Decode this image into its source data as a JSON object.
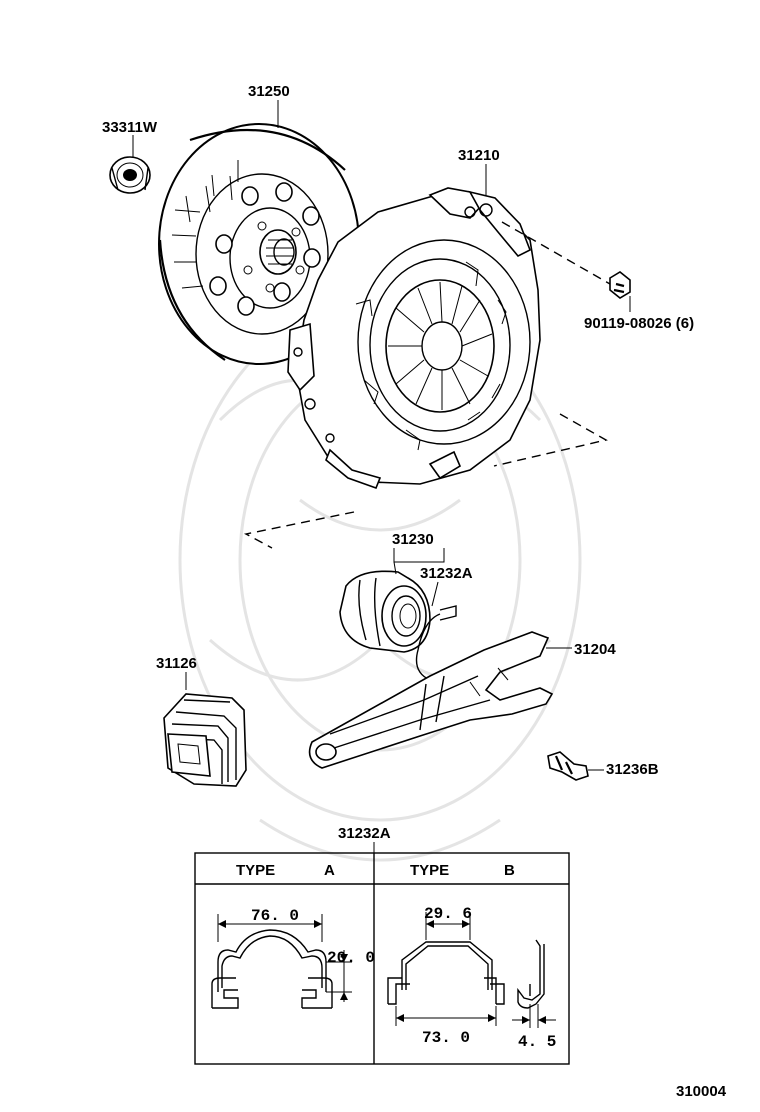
{
  "parts": {
    "release_bearing_33311": "33311W",
    "clutch_disc": "31250",
    "clutch_cover": "31210",
    "bolt": "90119-08026 (6)",
    "release_bearing_hub": "31230",
    "clip_ref_top": "31232A",
    "boot": "31126",
    "release_fork": "31204",
    "pivot_stud": "31236B",
    "clip_ref_detail": "31232A"
  },
  "detail_table": {
    "type_a": {
      "type_label": "TYPE",
      "type_letter": "A",
      "dim_width": "76. 0",
      "dim_height": "20. 0"
    },
    "type_b": {
      "type_label": "TYPE",
      "type_letter": "B",
      "dim_top": "29. 6",
      "dim_bottom": "73. 0",
      "dim_gap": "4. 5"
    }
  },
  "figure_number": "310004"
}
